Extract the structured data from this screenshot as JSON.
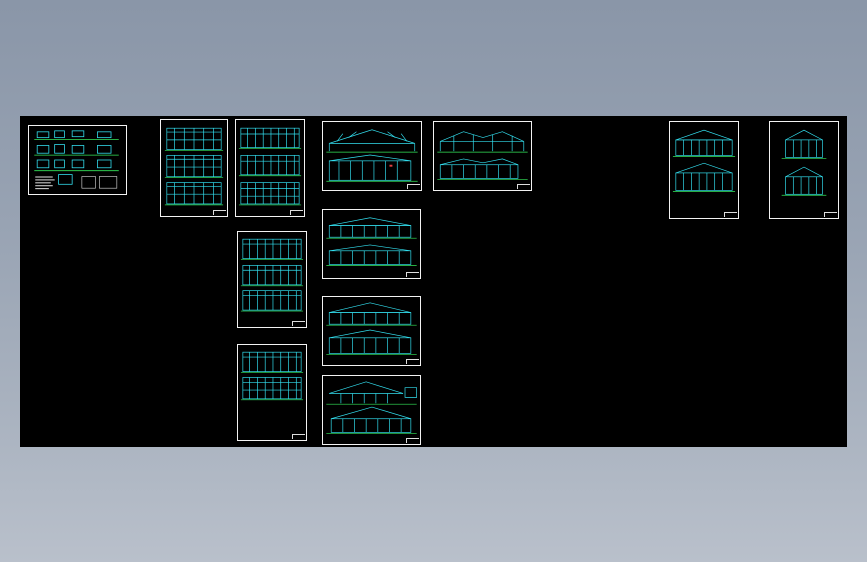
{
  "app": {
    "window_title": ""
  },
  "drawing": {
    "background": "#000000",
    "border_color": "#f2f2f2",
    "line_color_primary": "#33e0f0",
    "line_color_secondary": "#35e85a",
    "sheets": [
      {
        "id": "s1",
        "kind": "details"
      },
      {
        "id": "s2",
        "kind": "elev3"
      },
      {
        "id": "s3",
        "kind": "elev3"
      },
      {
        "id": "s4",
        "kind": "elev3"
      },
      {
        "id": "s5",
        "kind": "elev2"
      },
      {
        "id": "s6",
        "kind": "truss2"
      },
      {
        "id": "s7",
        "kind": "truss2"
      },
      {
        "id": "s8",
        "kind": "truss2"
      },
      {
        "id": "s9",
        "kind": "truss2"
      },
      {
        "id": "s10",
        "kind": "truss2"
      },
      {
        "id": "s11",
        "kind": "truss2"
      },
      {
        "id": "s12",
        "kind": "gable2"
      }
    ]
  }
}
